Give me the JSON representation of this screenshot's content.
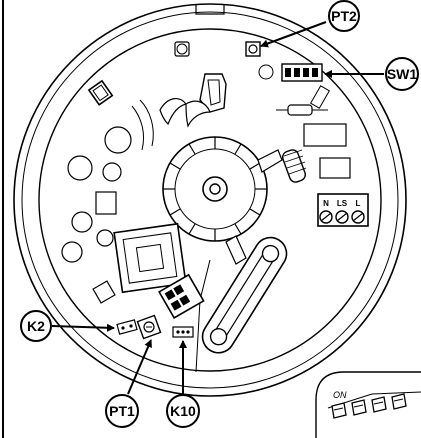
{
  "callouts": {
    "pt2": "PT2",
    "sw1": "SW1",
    "k2": "K2",
    "pt1": "PT1",
    "k10": "K10"
  },
  "terminals": {
    "n": "N",
    "ls": "LS",
    "l": "L"
  },
  "inset": {
    "on_label": "ON"
  }
}
